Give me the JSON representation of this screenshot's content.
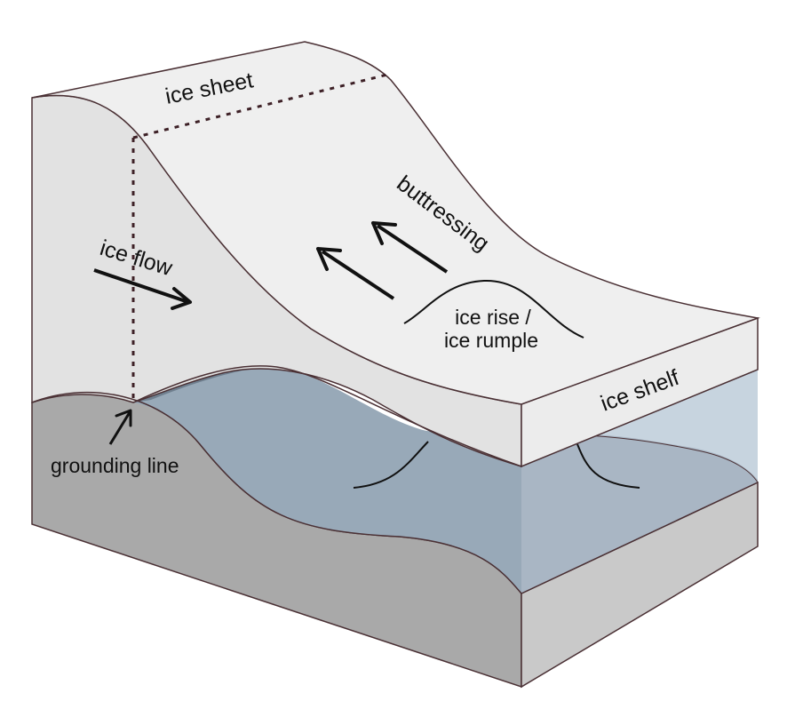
{
  "labels": {
    "ice_sheet": "ice sheet",
    "buttressing": "buttressing",
    "ice_flow": "ice flow",
    "ice_rise_line1": "ice rise /",
    "ice_rise_line2": "ice rumple",
    "ice_shelf": "ice shelf",
    "grounding_line": "grounding line"
  },
  "colors": {
    "ice_top": "#efefef",
    "ice_side": "#e2e2e2",
    "ice_front": "#ececec",
    "ocean_front": "#98a9b8",
    "ocean_side": "#a9b6c4",
    "ocean_cavity_right": "#c7d4df",
    "ocean_shadow": "#6f7f8e",
    "bedrock_front": "#a9a9a9",
    "bedrock_side": "#c9c9c9",
    "outline": "#4a3034",
    "dotted_line": "#3d2026",
    "arrow": "#111111"
  }
}
